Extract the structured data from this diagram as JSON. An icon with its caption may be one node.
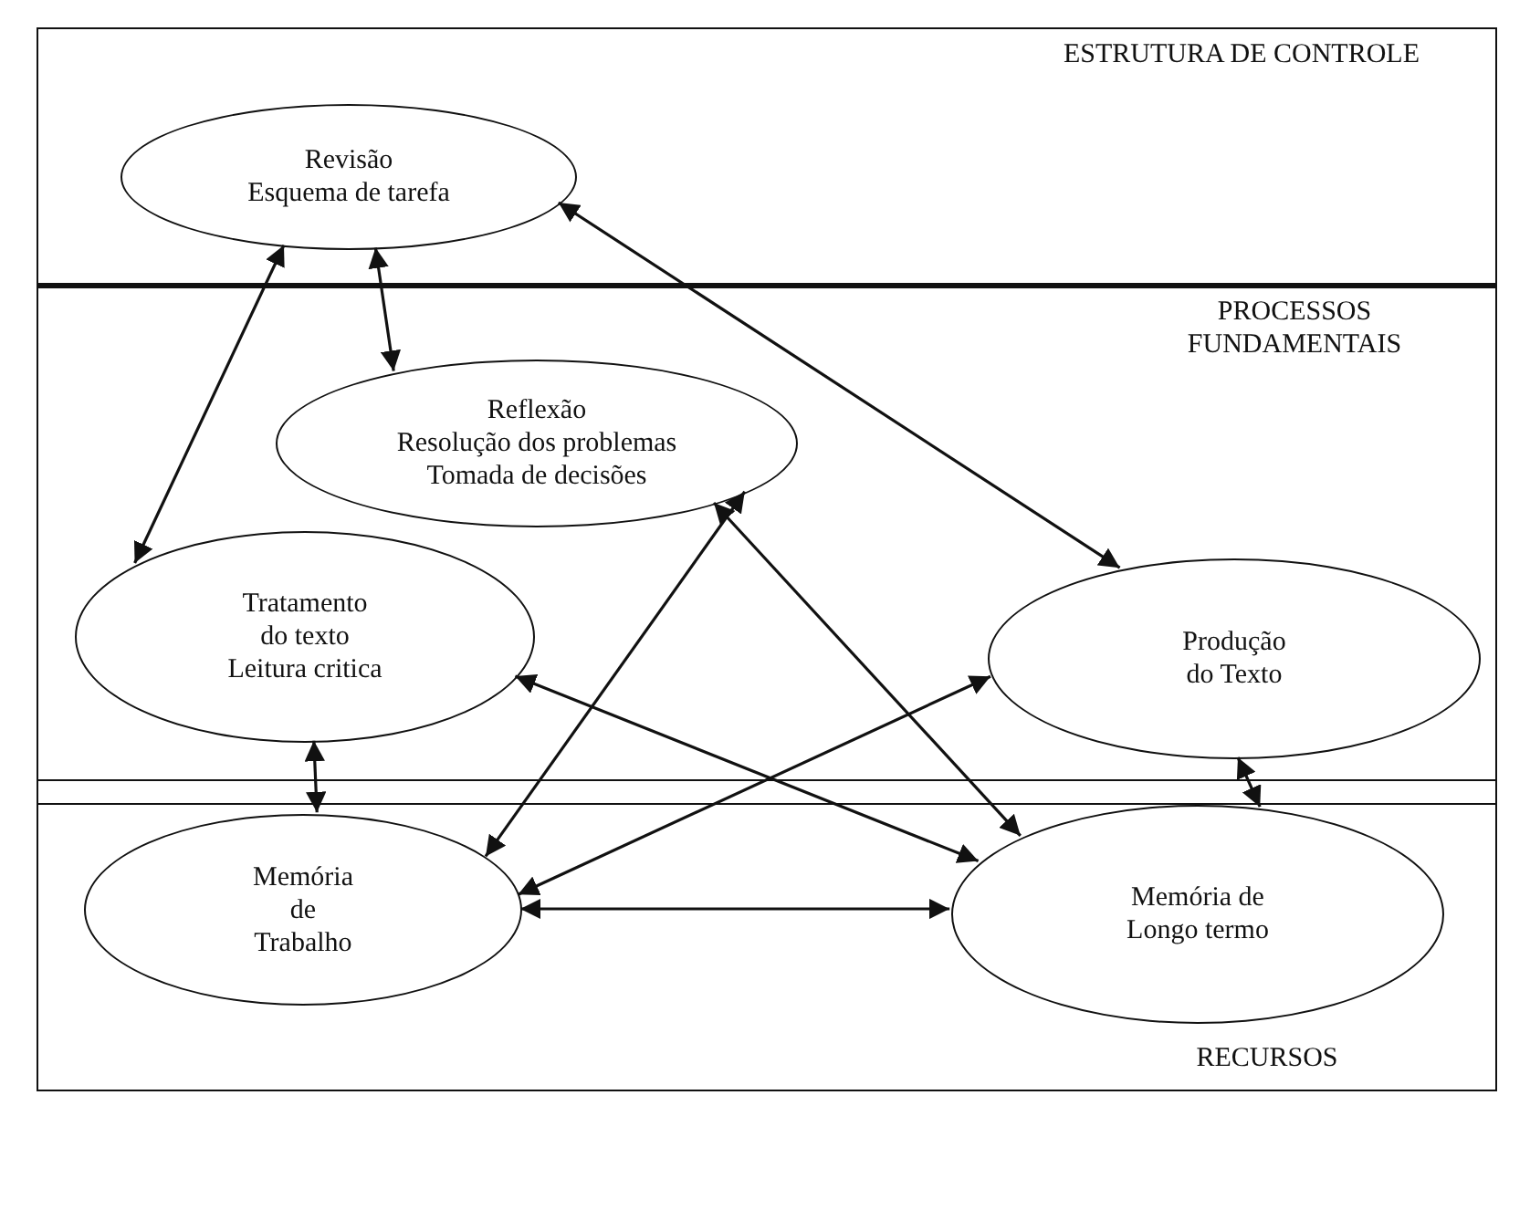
{
  "diagram": {
    "nodes": [
      {
        "text": [
          "ESTRUTURA DE CONTROLE"
        ]
      },
      {
        "text": [
          "Revisão",
          "Esquema de tarefa"
        ],
        "in": 0
      },
      {
        "text": [
          "PROCESSOS FUNDAMENTAIS"
        ]
      },
      {
        "text": [
          "Reflexão",
          "Resolução dos problemas",
          "Tomada de decisões"
        ],
        "in": 2
      },
      {
        "text": [
          "Tratamento do texto",
          "Leitura critica"
        ],
        "in": 2
      },
      {
        "text": [
          "Produção do Texto"
        ],
        "in": 2
      },
      {
        "text": [
          "RECURSOS"
        ]
      },
      {
        "text": [
          "Memória de Trabalho"
        ],
        "in": 6
      },
      {
        "text": [
          "Memória de Longo termo"
        ],
        "in": 6
      }
    ],
    "edges": [
      {
        "from": 1,
        "to": 3,
        "arrow": "both"
      },
      {
        "from": 1,
        "to": 4,
        "arrow": "both"
      },
      {
        "from": 1,
        "to": 5,
        "arrow": "both"
      },
      {
        "from": 3,
        "to": 7,
        "arrow": "both"
      },
      {
        "from": 3,
        "to": 8,
        "arrow": "both"
      },
      {
        "from": 4,
        "to": 7,
        "arrow": "both"
      },
      {
        "from": 4,
        "to": 8,
        "arrow": "both"
      },
      {
        "from": 5,
        "to": 7,
        "arrow": "both"
      },
      {
        "from": 5,
        "to": 8,
        "arrow": "both"
      },
      {
        "from": 7,
        "to": 8,
        "arrow": "both"
      }
    ]
  }
}
